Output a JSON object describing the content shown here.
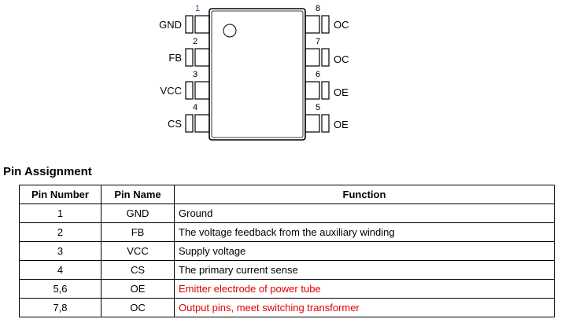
{
  "diagram": {
    "left_pins": [
      {
        "number": "1",
        "name": "GND"
      },
      {
        "number": "2",
        "name": "FB"
      },
      {
        "number": "3",
        "name": "VCC"
      },
      {
        "number": "4",
        "name": "CS"
      }
    ],
    "right_pins": [
      {
        "number": "8",
        "name": "OC"
      },
      {
        "number": "7",
        "name": "OC"
      },
      {
        "number": "6",
        "name": "OE"
      },
      {
        "number": "5",
        "name": "OE"
      }
    ]
  },
  "section_title": "Pin Assignment",
  "table": {
    "headers": [
      "Pin Number",
      "Pin Name",
      "Function"
    ],
    "rows": [
      {
        "number": "1",
        "name": "GND",
        "function": "Ground",
        "highlight": false
      },
      {
        "number": "2",
        "name": "FB",
        "function": "The voltage feedback from the auxiliary winding",
        "highlight": false
      },
      {
        "number": "3",
        "name": "VCC",
        "function": "Supply voltage",
        "highlight": false
      },
      {
        "number": "4",
        "name": "CS",
        "function": "The primary current sense",
        "highlight": false
      },
      {
        "number": "5,6",
        "name": "OE",
        "function": "Emitter electrode of power tube",
        "highlight": true
      },
      {
        "number": "7,8",
        "name": "OC",
        "function": "Output pins, meet switching transformer",
        "highlight": true
      }
    ],
    "highlight_color": "#e00000"
  }
}
